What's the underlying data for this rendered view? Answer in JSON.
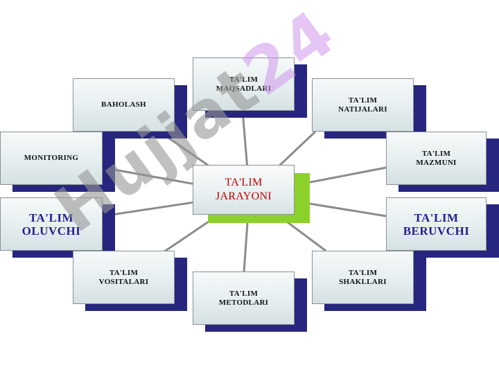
{
  "center": {
    "label": "TA'LIM\nJARAYONI"
  },
  "nodes": {
    "maqsadlari": "TA'LIM\nMAQSADLARI",
    "natijalari": "TA'LIM\nNATIJALARI",
    "baholash": "BAHOLASH",
    "monitoring": "MONITORING",
    "mazmuni": "TA'LIM\nMAZMUNI",
    "oluvchi": "TA'LIM\nOLUVCHI",
    "beruvchi": "TA'LIM\nBERUVCHI",
    "vositalari": "TA'LIM\nVOSITALARI",
    "metodlari": "TA'LIM\nMETODLARI",
    "shakllari": "TA'LIM\nSHAKLLARI"
  },
  "watermark": {
    "text": "Hujjat",
    "num": "24"
  },
  "colors": {
    "shadow": "#26267e",
    "center_shadow": "#8bd12a",
    "center_text": "#c00000",
    "big_text": "#1f1f8f"
  }
}
